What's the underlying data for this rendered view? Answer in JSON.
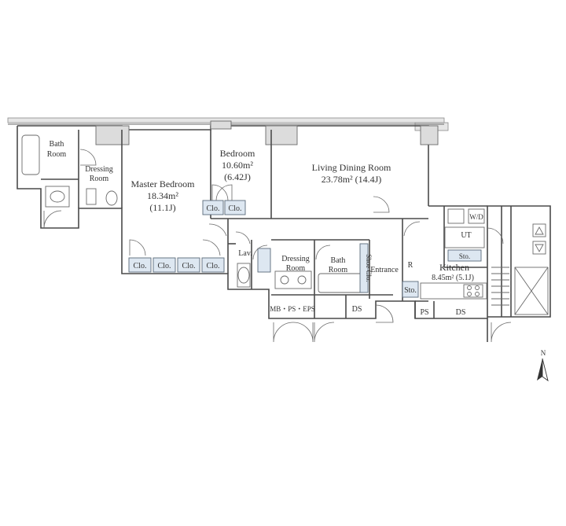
{
  "rooms": {
    "bath_left": {
      "line1": "Bath",
      "line2": "Room"
    },
    "dressing_left": {
      "line1": "Dressing",
      "line2": "Room"
    },
    "master_bedroom": {
      "name": "Master Bedroom",
      "area": "18.34m²",
      "jo": "(11.1J)"
    },
    "bedroom": {
      "name": "Bedroom",
      "area": "10.60m²",
      "jo": "(6.42J)"
    },
    "living": {
      "name": "Living Dining Room",
      "area": "23.78m²  (14.4J)"
    },
    "lav": "Lav.",
    "dressing_center": {
      "line1": "Dressing",
      "line2": "Room"
    },
    "bath_center": {
      "line1": "Bath",
      "line2": "Room"
    },
    "shoe_closet": "Shoe Clo.",
    "entrance": "Entrance",
    "refrigerator": "R",
    "storage_entrance": "Sto.",
    "kitchen": {
      "name": "Kitchen",
      "area": "8.45m²  (5.1J)"
    },
    "washer_dryer": "W/D",
    "utility": "UT",
    "storage_kitchen": "Sto.",
    "pipe_space_kitchen": "PS",
    "duct_space_kitchen": "DS",
    "meter_box": "MB・PS・EPS",
    "duct_space_center": "DS"
  },
  "closets": {
    "bedroom": [
      "Clo.",
      "Clo."
    ],
    "master": [
      "Clo.",
      "Clo.",
      "Clo.",
      "Clo."
    ]
  },
  "north_label": "N"
}
